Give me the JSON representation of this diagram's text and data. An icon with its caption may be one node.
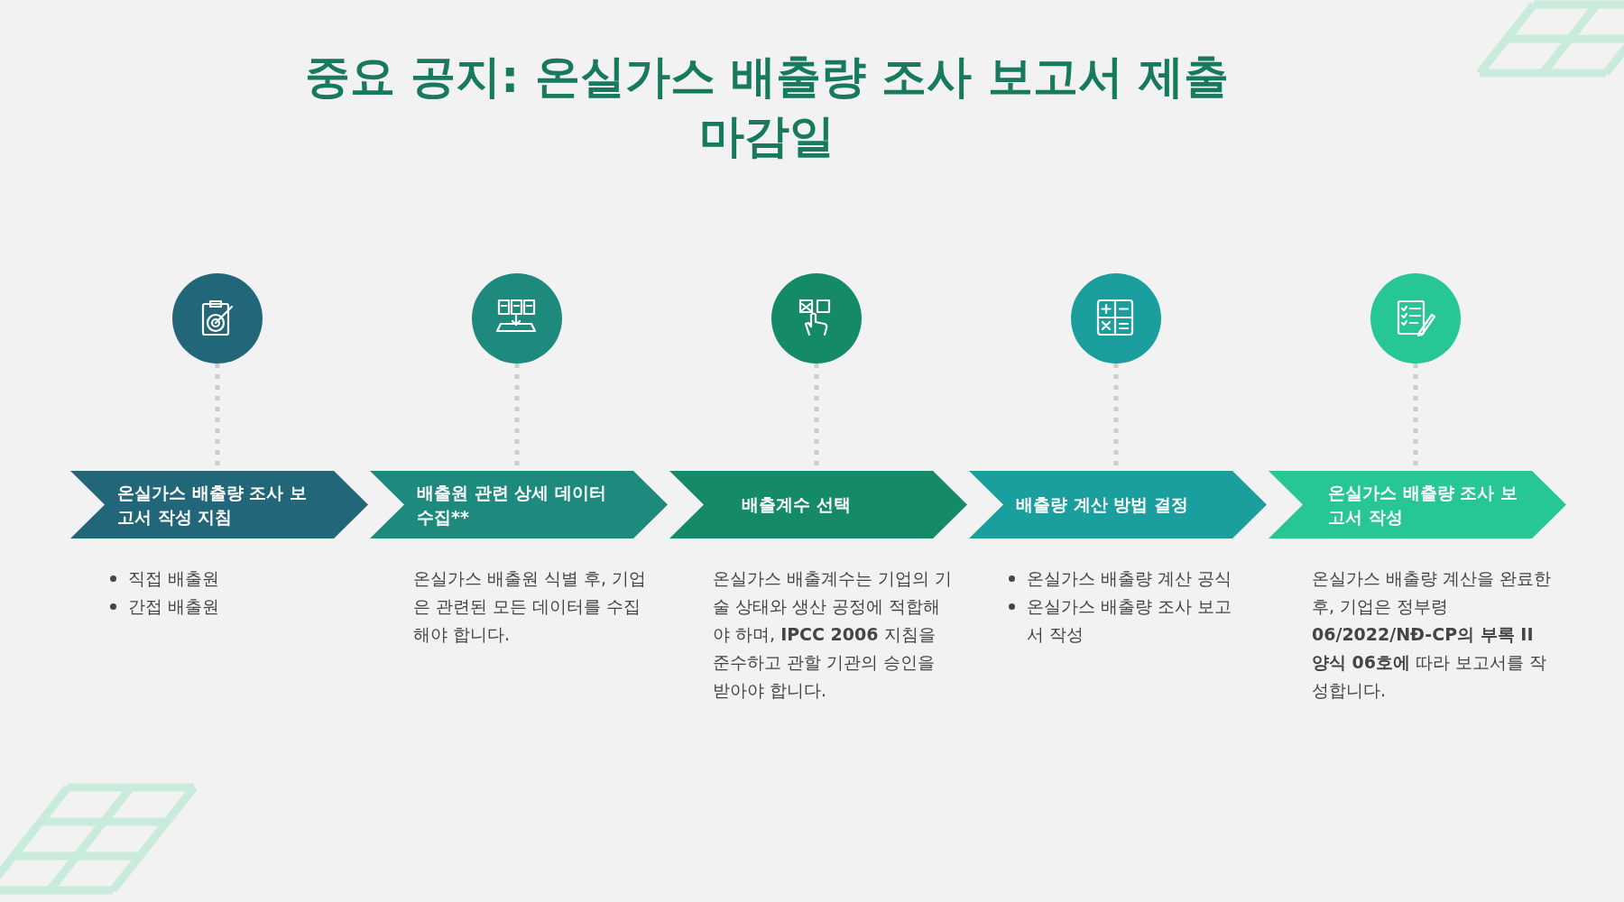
{
  "diagram": {
    "title": "중요 공지: 온실가스 배출량 조사 보고서 제출 마감일",
    "nodes": [
      {
        "text": [],
        "shape": "circle"
      },
      {
        "text": [],
        "shape": "circle"
      },
      {
        "text": [],
        "shape": "circle"
      },
      {
        "text": [],
        "shape": "circle"
      },
      {
        "text": [],
        "shape": "circle"
      },
      {
        "text": [
          "온실가스 배출량 조사 보고서 작성 지침"
        ],
        "beside": [
          "직접 배출원",
          "간접 배출원"
        ]
      },
      {
        "text": [
          "배출원 관련 상세 데이터 수집**"
        ],
        "beside": [
          "온실가스 배출원 식별 후, 기업은 관련된 모든 데이터를 수집해야 합니다."
        ]
      },
      {
        "text": [
          "배출계수 선택"
        ],
        "beside": [
          "온실가스 배출계수는 기업의 기술 상태와 생산 공정에 적합해야 하며, **IPCC 2006** 지침을 준수하고 관할 기관의 승인을 받아야 합니다."
        ]
      },
      {
        "text": [
          "배출량 계산 방법 결정"
        ],
        "beside": [
          "온실가스 배출량 계산 공식",
          "온실가스 배출량 조사 보고서 작성"
        ]
      },
      {
        "text": [
          "온실가스 배출량 조사 보고서 작성"
        ],
        "beside": [
          "온실가스 배출량 계산을 완료한 후, 기업은 정부령 **06/2022/NĐ-CP의 부록 II 양식 06호에** 따라 보고서를 작성합니다."
        ]
      }
    ],
    "edges": [
      {
        "from": 0,
        "to": 5,
        "arrow": "none",
        "style": "dashed"
      },
      {
        "from": 1,
        "to": 6,
        "arrow": "none",
        "style": "dashed"
      },
      {
        "from": 2,
        "to": 7,
        "arrow": "none",
        "style": "dashed"
      },
      {
        "from": 3,
        "to": 8,
        "arrow": "none",
        "style": "dashed"
      },
      {
        "from": 4,
        "to": 9,
        "arrow": "none",
        "style": "dashed"
      }
    ]
  }
}
